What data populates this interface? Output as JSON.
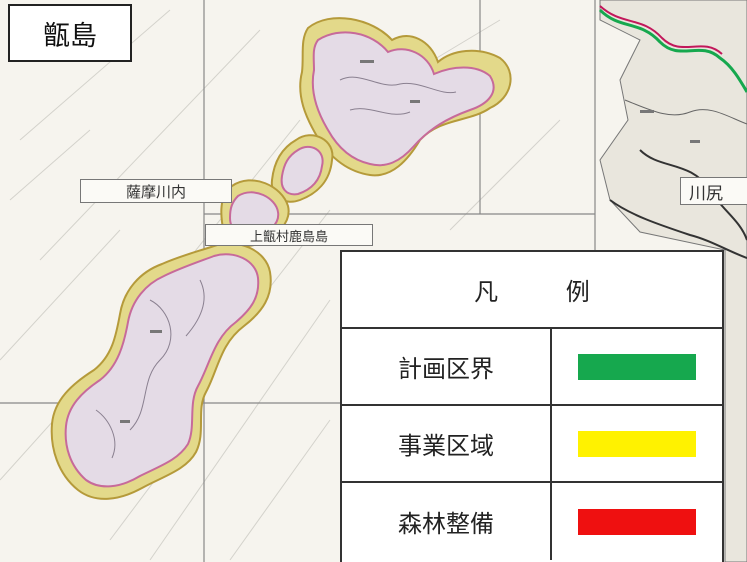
{
  "title": "甑島",
  "labels": {
    "left_place": "薩摩川内",
    "island_label": "上甑村鹿島島",
    "right_place": "川尻"
  },
  "legend": {
    "heading": "凡 例",
    "items": [
      {
        "label": "計画区界",
        "color": "#16a84e"
      },
      {
        "label": "事業区域",
        "color": "#fff200"
      },
      {
        "label": "森林整備",
        "color": "#ef1010"
      }
    ]
  }
}
